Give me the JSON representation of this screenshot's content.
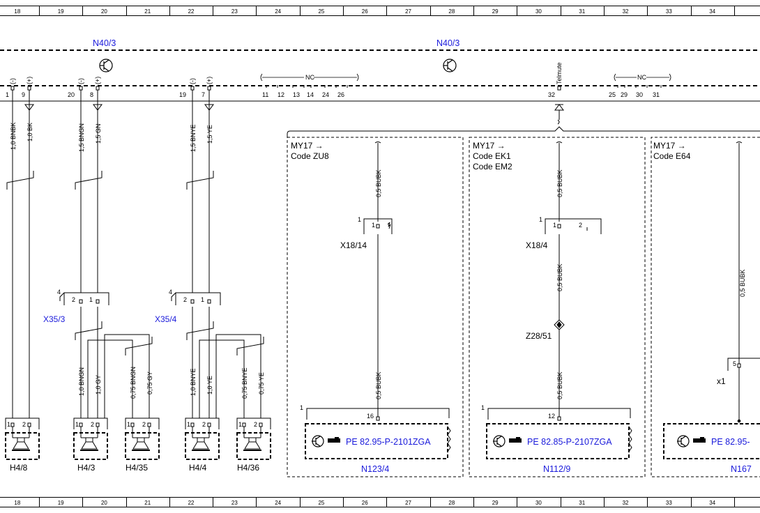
{
  "ruler": {
    "columns": [
      "18",
      "19",
      "20",
      "21",
      "22",
      "23",
      "24",
      "25",
      "26",
      "27",
      "28",
      "29",
      "30",
      "31",
      "32",
      "33",
      "34"
    ]
  },
  "modules": {
    "left": "N40/3",
    "right": "N40/3"
  },
  "top_pins": {
    "p1": "1",
    "p9": "9",
    "p20": "20",
    "p8": "8",
    "p19": "19",
    "p7": "7",
    "nc_left": [
      "11",
      "12",
      "13",
      "14",
      "24",
      "26"
    ],
    "nc_right": [
      "25",
      "29",
      "30",
      "31"
    ],
    "p32": "32",
    "nc": "NC",
    "telmute": "Telmute",
    "minus": "(-)",
    "plus": "(+)"
  },
  "wires": {
    "w1": "1,0 BNBK",
    "w2": "1,0 BK",
    "w3": "1,5 BNGN",
    "w4": "1,5 GN",
    "w5": "1,5 BNYE",
    "w6": "1,5 YE",
    "w7": "1,0 BNGN",
    "w8": "1,0 GY",
    "w9": "0,75 BNGN",
    "w10": "0,75 GY",
    "w11": "1,0 BNYE",
    "w12": "1,0 YE",
    "w13": "0,75 BNYE",
    "w14": "0,75 YE",
    "zu8_a": "0,5 BUBK",
    "zu8_b": "0,5 BUBK",
    "ek1_a": "0,5 BUBK",
    "ek1_b": "0,5 BUBK",
    "ek1_c": "0,5 BUBK",
    "e64_a": "0,5 BUBK"
  },
  "connectors": {
    "x35_3": "X35/3",
    "x35_4": "X35/4",
    "x35_pin_count": "4",
    "x18_14": "X18/14",
    "x18_4": "X18/4",
    "z28_51": "Z28/51",
    "x1": "x1",
    "pin1": "1",
    "pin2": "2",
    "pin5": "5",
    "pin12": "12",
    "pin16": "16"
  },
  "speakers": [
    "H4/8",
    "H4/3",
    "H4/35",
    "H4/4",
    "H4/36"
  ],
  "variants": [
    {
      "line1": "MY17 →",
      "line2": "Code ZU8",
      "line3": "",
      "ref": "PE 82.95-P-2101ZGA",
      "device": "N123/4"
    },
    {
      "line1": "MY17 →",
      "line2": "Code EK1",
      "line3": "Code EM2",
      "ref": "PE 82.85-P-2107ZGA",
      "device": "N112/9"
    },
    {
      "line1": "MY17 →",
      "line2": "Code E64",
      "line3": "",
      "ref": "PE 82.95-",
      "device": "N167"
    }
  ],
  "colors": {
    "ink": "#000000",
    "link_blue": "#1a1adb",
    "grey_border": "#999999"
  }
}
